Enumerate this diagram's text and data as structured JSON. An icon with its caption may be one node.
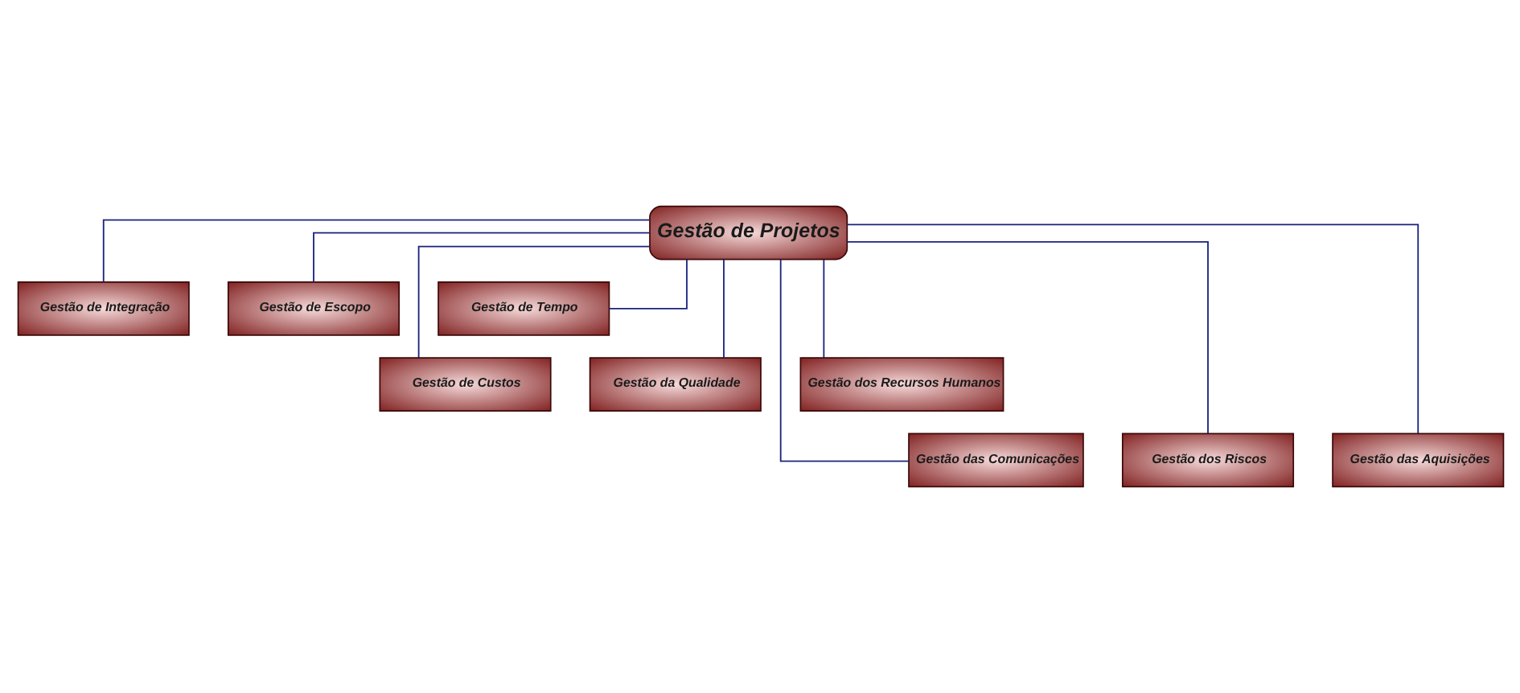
{
  "diagram": {
    "nodes": [
      {
        "text": [
          "Gestão de Projetos"
        ]
      },
      {
        "text": [
          "Gestão de Integração"
        ]
      },
      {
        "text": [
          "Gestão de Escopo"
        ]
      },
      {
        "text": [
          "Gestão de Tempo"
        ]
      },
      {
        "text": [
          "Gestão de Custos"
        ]
      },
      {
        "text": [
          "Gestão da Qualidade"
        ]
      },
      {
        "text": [
          "Gestão dos Recursos Humanos"
        ]
      },
      {
        "text": [
          "Gestão das Comunicações"
        ]
      },
      {
        "text": [
          "Gestão dos Riscos"
        ]
      },
      {
        "text": [
          "Gestão das Aquisições"
        ]
      }
    ],
    "edges": [
      {
        "from": 0,
        "to": 1,
        "arrow": "none"
      },
      {
        "from": 0,
        "to": 4,
        "arrow": "none"
      },
      {
        "from": 0,
        "to": 7,
        "arrow": "none"
      },
      {
        "from": 0,
        "to": 2,
        "arrow": "none"
      },
      {
        "from": 0,
        "to": 5,
        "arrow": "none"
      },
      {
        "from": 0,
        "to": 8,
        "arrow": "none"
      },
      {
        "from": 0,
        "to": 3,
        "arrow": "none"
      },
      {
        "from": 0,
        "to": 6,
        "arrow": "none"
      },
      {
        "from": 0,
        "to": 9,
        "arrow": "none"
      }
    ]
  }
}
